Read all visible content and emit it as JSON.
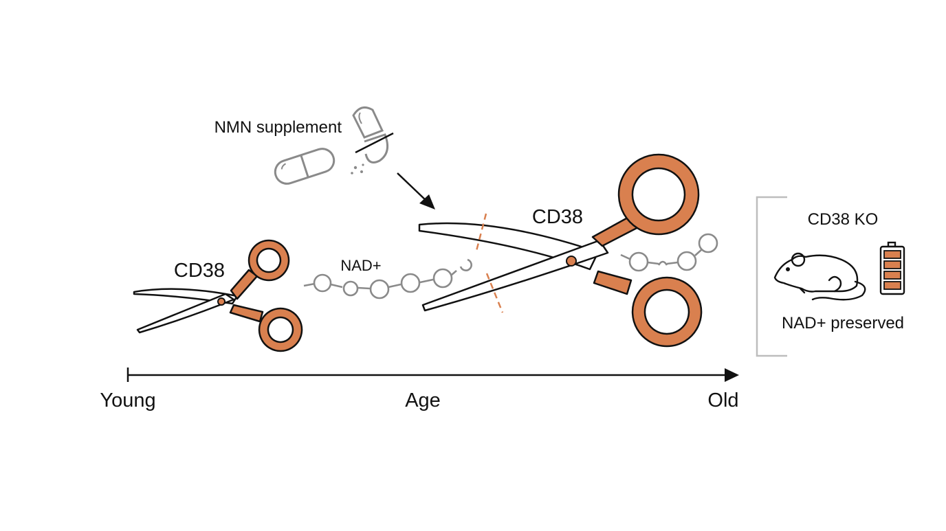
{
  "colors": {
    "accent": "#d9804f",
    "ink": "#111111",
    "chain": "#8a8a8a",
    "bracket": "#bdbdbd"
  },
  "labels": {
    "nmn_supplement": "NMN supplement",
    "nad_plus": "NAD+",
    "cd38_small": "CD38",
    "cd38_large": "CD38",
    "cd38_ko": "CD38 KO",
    "nad_preserved": "NAD+ preserved"
  },
  "axis": {
    "start_label": "Young",
    "mid_label": "Age",
    "end_label": "Old"
  },
  "icons": {
    "pill": "capsule-icon",
    "pill_broken": "broken-capsule-icon",
    "scissors": "scissors-icon",
    "mouse": "mouse-icon",
    "battery": "battery-icon"
  },
  "battery_level": 1.0
}
